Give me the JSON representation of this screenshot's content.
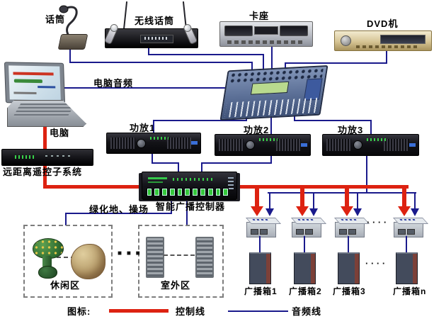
{
  "labels": {
    "mic": "话筒",
    "wireless_mic": "无线话筒",
    "cassette": "卡座",
    "dvd": "DVD机",
    "computer_audio": "电脑音频",
    "computer": "电脑",
    "amp1": "功放1",
    "amp2": "功放2",
    "amp3": "功放3",
    "remote_subsystem": "远距离遥控子系统",
    "controller": "智能广播控制器",
    "zones": "绿化地、操场",
    "leisure_area": "休闲区",
    "outdoor_area": "室外区"
  },
  "speaker_boxes": [
    {
      "label": "广播箱1"
    },
    {
      "label": "广播箱2"
    },
    {
      "label": "广播箱3"
    },
    {
      "label": "广播箱n"
    }
  ],
  "legend": {
    "title": "图标:",
    "control_line": "控制线",
    "audio_line": "音频线"
  },
  "separators": {
    "zone_dots": "■ ■ ■",
    "terminal_dots": "· · · ·",
    "speaker_dots": "· · · ·"
  },
  "colors": {
    "control_line": "#dd2211",
    "audio_line": "#1a1a8c"
  }
}
